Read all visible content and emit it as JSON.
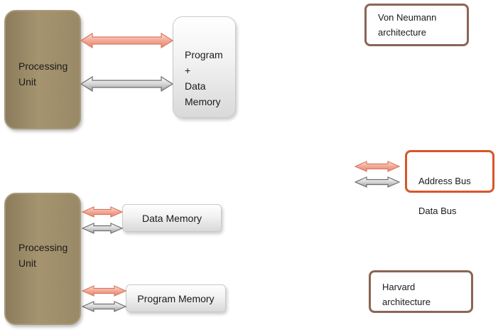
{
  "von_neumann": {
    "processing_unit_label": "Processing\nUnit",
    "memory_label": "Program\n+\nData\nMemory",
    "caption": "Von Neumann\narchitecture"
  },
  "harvard": {
    "processing_unit_label": "Processing\nUnit",
    "data_memory_label": "Data Memory",
    "program_memory_label": "Program Memory",
    "caption": "Harvard\narchitecture"
  },
  "legend": {
    "address_bus": "Address Bus",
    "data_bus": "Data Bus"
  },
  "colors": {
    "address_bus": "#f2b3a3",
    "address_bus_outline": "#d9785f",
    "data_bus": "#dcdcdc",
    "data_bus_outline": "#6e6e6e",
    "von_neumann_caption_border": "#8b6555",
    "legend_border": "#d9552b",
    "harvard_caption_border": "#8b6555"
  }
}
